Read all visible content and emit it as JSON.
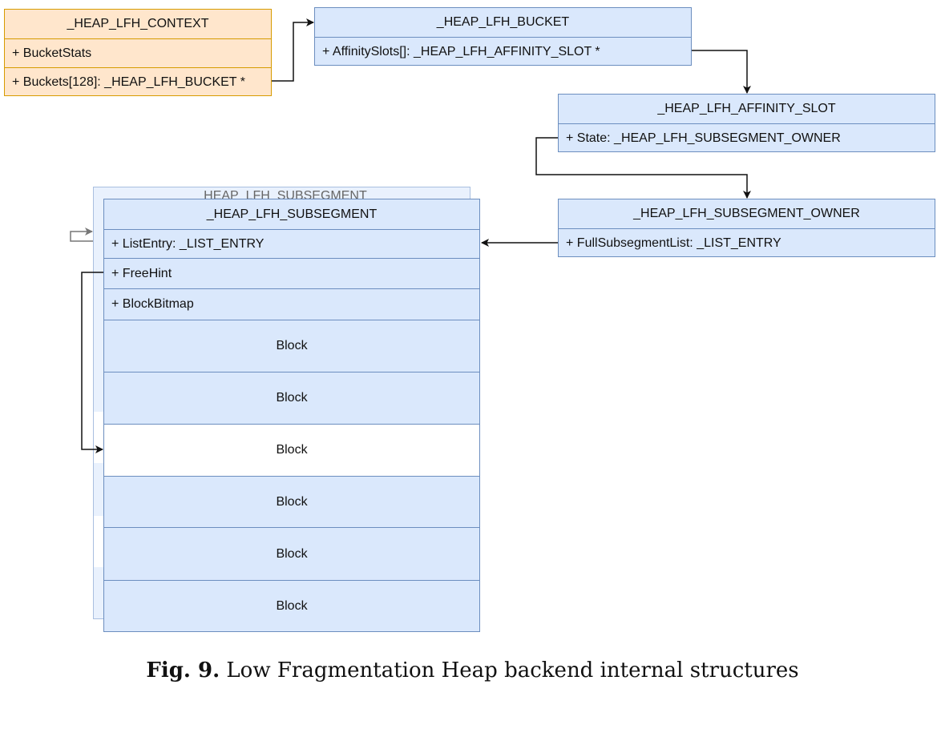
{
  "context": {
    "title": "_HEAP_LFH_CONTEXT",
    "fields": [
      "+ BucketStats",
      "+ Buckets[128]: _HEAP_LFH_BUCKET *"
    ]
  },
  "bucket": {
    "title": "_HEAP_LFH_BUCKET",
    "fields": [
      "+ AffinitySlots[]: _HEAP_LFH_AFFINITY_SLOT *"
    ]
  },
  "affinity_slot": {
    "title": "_HEAP_LFH_AFFINITY_SLOT",
    "fields": [
      "+ State: _HEAP_LFH_SUBSEGMENT_OWNER"
    ]
  },
  "subsegment_owner": {
    "title": "_HEAP_LFH_SUBSEGMENT_OWNER",
    "fields": [
      "+ FullSubsegmentList: _LIST_ENTRY"
    ]
  },
  "subsegment_ghost": {
    "title": "_HEAP_LFH_SUBSEGMENT"
  },
  "subsegment": {
    "title": "_HEAP_LFH_SUBSEGMENT",
    "fields": [
      "+ ListEntry: _LIST_ENTRY",
      "+ FreeHint",
      "+ BlockBitmap"
    ],
    "blocks": [
      {
        "label": "Block",
        "free": false
      },
      {
        "label": "Block",
        "free": false
      },
      {
        "label": "Block",
        "free": true
      },
      {
        "label": "Block",
        "free": false
      },
      {
        "label": "Block",
        "free": false
      },
      {
        "label": "Block",
        "free": false
      }
    ]
  },
  "caption": {
    "figure": "Fig. 9.",
    "text": "Low Fragmentation Heap backend internal structures"
  },
  "colors": {
    "context_fill": "#ffe6cc",
    "context_stroke": "#d79b00",
    "struct_fill": "#dae8fc",
    "struct_stroke": "#6c8ebf",
    "free_block_fill": "#ffffff"
  }
}
